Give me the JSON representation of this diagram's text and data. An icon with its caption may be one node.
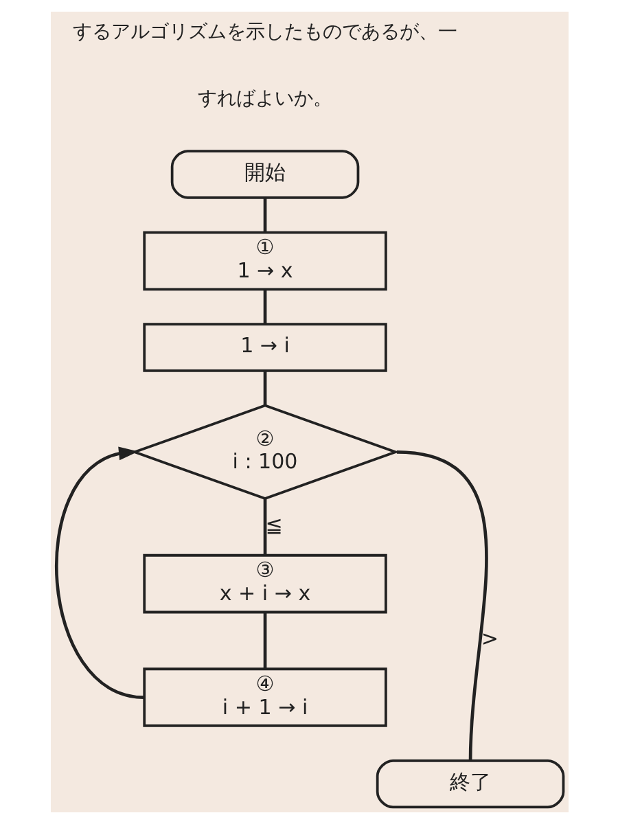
{
  "diagram": {
    "nodes": [
      {
        "text": [
          "開始"
        ]
      },
      {
        "text": [
          "①",
          "1 → x"
        ]
      },
      {
        "text": [
          "1 → i"
        ]
      },
      {
        "text": [
          "②",
          "i : 100"
        ]
      },
      {
        "text": [
          "③",
          "x + i → x"
        ]
      },
      {
        "text": [
          "④",
          "i + 1 → i"
        ]
      },
      {
        "text": [
          "終了"
        ]
      }
    ],
    "edges": [
      {
        "from": 0,
        "to": 1,
        "arrow": "none"
      },
      {
        "from": 1,
        "to": 2,
        "arrow": "none"
      },
      {
        "from": 2,
        "to": 3,
        "arrow": "none"
      },
      {
        "from": 3,
        "to": 4,
        "arrow": "none",
        "label": "≦"
      },
      {
        "from": 4,
        "to": 5,
        "arrow": "none"
      },
      {
        "from": 5,
        "to": 3,
        "arrow": "to"
      },
      {
        "from": 3,
        "to": 6,
        "arrow": "none",
        "label": ">"
      }
    ],
    "labels": [
      "するアルゴリズムを示したものであるが、一",
      "すればよいか。"
    ]
  }
}
